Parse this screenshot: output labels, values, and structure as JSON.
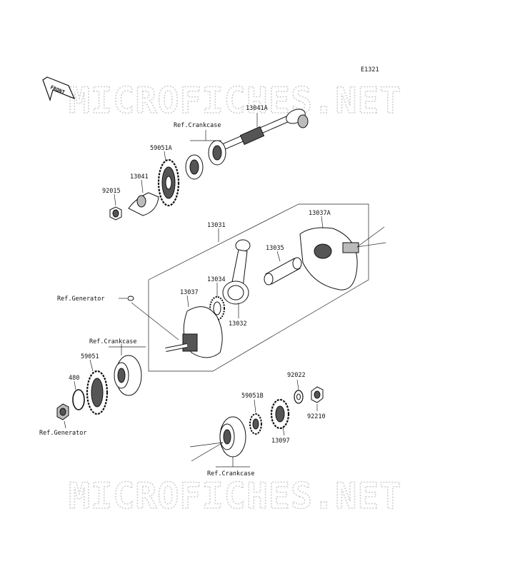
{
  "diagram_code": "E1321",
  "front_label": "FRONT",
  "watermark_text": "MICROFICHES.NET",
  "labels": {
    "p13041A": "13041A",
    "ref_crankcase_top": "Ref.Crankcase",
    "p59051A": "59051A",
    "p13041": "13041",
    "p92015": "92015",
    "p13031": "13031",
    "p13037A": "13037A",
    "p13035": "13035",
    "p13034": "13034",
    "p13037": "13037",
    "p13032": "13032",
    "ref_generator_top": "Ref.Generator",
    "ref_crankcase_mid": "Ref.Crankcase",
    "p59051": "59051",
    "p480": "480",
    "ref_generator_bottom": "Ref.Generator",
    "p92022": "92022",
    "p59051B": "59051B",
    "p92210": "92210",
    "p13097": "13097",
    "ref_crankcase_bottom": "Ref.Crankcase"
  }
}
